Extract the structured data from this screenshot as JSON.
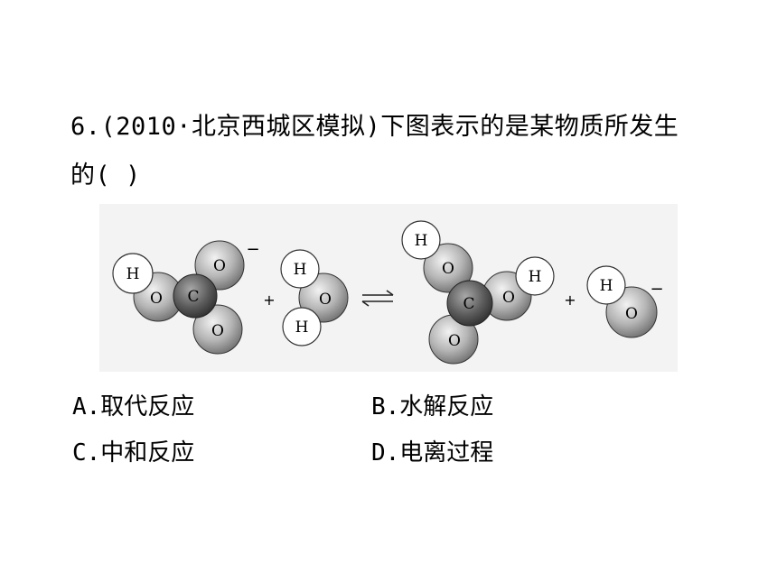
{
  "question": {
    "line1": "6.(2010·北京西城区模拟)下图表示的是某物质所发生",
    "line2": "的(    )"
  },
  "figure": {
    "atoms": {
      "H": "H",
      "O": "O",
      "C": "C"
    },
    "plus": "+",
    "minus": "−",
    "equilibrium": "⇌"
  },
  "options": {
    "a": "A.取代反应",
    "b": "B.水解反应",
    "c": "C.中和反应",
    "d": "D.电离过程"
  },
  "colors": {
    "atom_dark": "#6e6e6e",
    "atom_light": "#e0e0e0",
    "carbon_dark": "#3c3c3c",
    "hydrogen_fill": "#ffffff"
  }
}
